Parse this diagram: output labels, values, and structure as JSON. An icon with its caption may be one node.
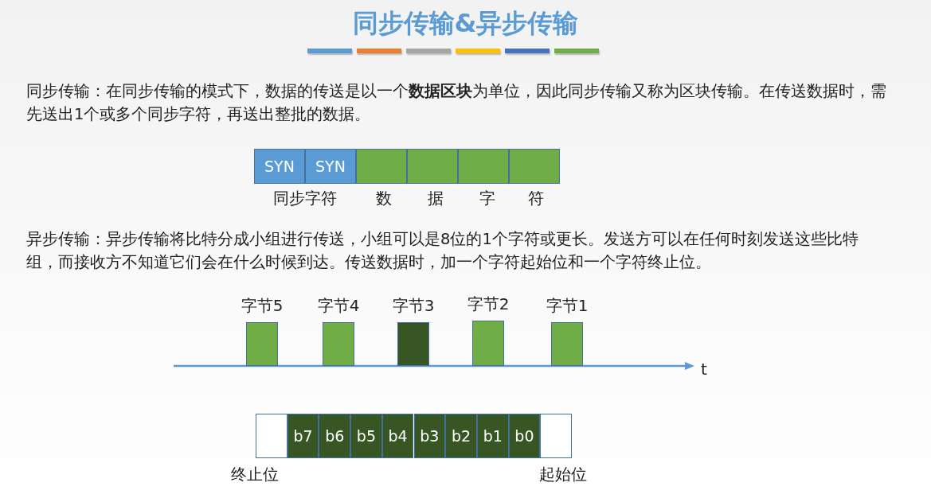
{
  "diagram": {
    "title": "同步传输&异步传输",
    "nodes": [
      {
        "text": [
          "SYN"
        ]
      },
      {
        "text": [
          "SYN"
        ]
      },
      {
        "text": [],
        "shape": "box"
      },
      {
        "text": [],
        "shape": "box"
      },
      {
        "text": [],
        "shape": "box"
      },
      {
        "text": [],
        "shape": "box"
      },
      {
        "text": [
          "字节5"
        ]
      },
      {
        "text": [
          "字节4"
        ]
      },
      {
        "text": [
          "字节3"
        ]
      },
      {
        "text": [
          "字节2"
        ]
      },
      {
        "text": [
          "字节1"
        ]
      },
      {
        "text": [],
        "shape": "box"
      },
      {
        "text": [
          "b7"
        ]
      },
      {
        "text": [
          "b6"
        ]
      },
      {
        "text": [
          "b5"
        ]
      },
      {
        "text": [
          "b4"
        ]
      },
      {
        "text": [
          "b3"
        ]
      },
      {
        "text": [
          "b2"
        ]
      },
      {
        "text": [
          "b1"
        ]
      },
      {
        "text": [
          "b0"
        ]
      },
      {
        "text": [],
        "shape": "box"
      }
    ],
    "labels": [
      "同步传输：在同步传输的模式下，数据的传送是以一个**数据区块**为单位，因此同步传输又称为区块传输。在传送数据时，需先送出1个或多个同步字符，再送出整批的数据。",
      "同步字符",
      "数",
      "据",
      "字",
      "符",
      "异步传输：异步传输将比特分成小组进行传送，小组可以是8位的1个字符或更长。发送方可以在任何时刻发送这些比特组，而接收方不知道它们会在什么时候到达。传送数据时，加一个字符起始位和一个字符终止位。",
      "t",
      "终止位",
      "起始位"
    ]
  }
}
